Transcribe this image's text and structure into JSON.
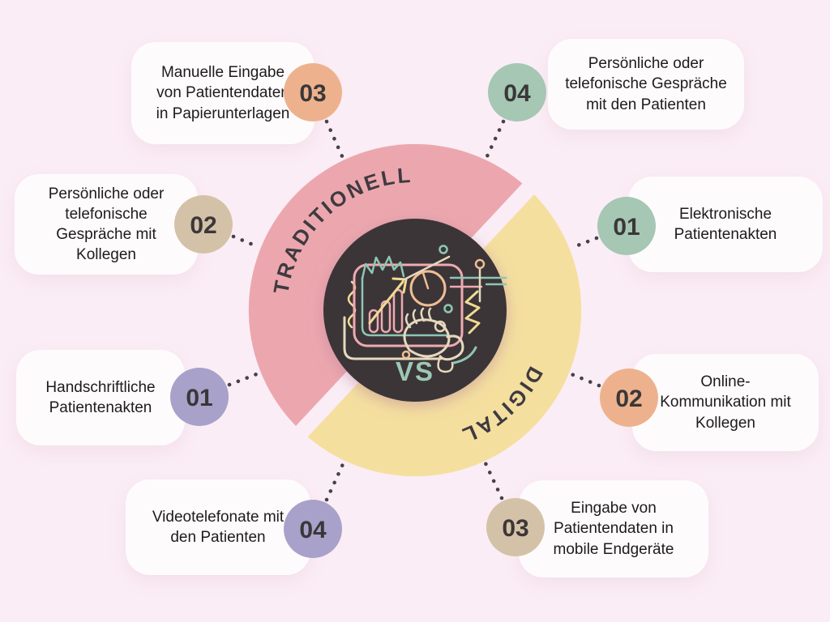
{
  "page": {
    "background_color": "#fbedf5"
  },
  "center": {
    "vs_label": "VS",
    "circle_color": "#3a3639",
    "vs_color": "#9cc8b4",
    "illustration_icons": [
      "presentation-board-icon",
      "bar-chart-icon",
      "growth-arrow-icon",
      "pie-chart-icon",
      "clapping-hands-icon",
      "starburst-icon",
      "zigzag-icon",
      "squiggle-icon"
    ]
  },
  "theme": {
    "arc_pink": "#eca7ae",
    "arc_yellow": "#f4df9f",
    "badge_orange": "#edb28d",
    "badge_green": "#a5c7b3",
    "badge_tan": "#d4c2a8",
    "badge_purple": "#a8a1c9",
    "card_background": "#fefbfd",
    "dotted_line": "#45414a",
    "text_dark": "#1d1b1c"
  },
  "sections": {
    "traditional": {
      "label": "TRADITIONELL",
      "arc_color": "#eca7ae",
      "items": [
        {
          "number": "01",
          "text": "Handschriftliche Patientenakten",
          "badge_color": "#a8a1c9"
        },
        {
          "number": "02",
          "text": "Persönliche oder telefonische Gespräche mit Kollegen",
          "badge_color": "#d4c2a8"
        },
        {
          "number": "03",
          "text": "Manuelle Eingabe von Patientendaten in Papierunterlagen",
          "badge_color": "#edb28d"
        },
        {
          "number": "04",
          "text": "Persönliche oder telefonische Gespräche mit den Patienten",
          "badge_color": "#a5c7b3"
        }
      ]
    },
    "digital": {
      "label": "DIGITAL",
      "arc_color": "#f4df9f",
      "items": [
        {
          "number": "01",
          "text": "Elektronische Patientenakten",
          "badge_color": "#a5c7b3"
        },
        {
          "number": "02",
          "text": "Online-Kommunikation mit Kollegen",
          "badge_color": "#edb28d"
        },
        {
          "number": "03",
          "text": "Eingabe von Patientendaten in mobile Endgeräte",
          "badge_color": "#d4c2a8"
        },
        {
          "number": "04",
          "text": "Videotelefonate mit den Patienten",
          "badge_color": "#a8a1c9"
        }
      ]
    }
  }
}
